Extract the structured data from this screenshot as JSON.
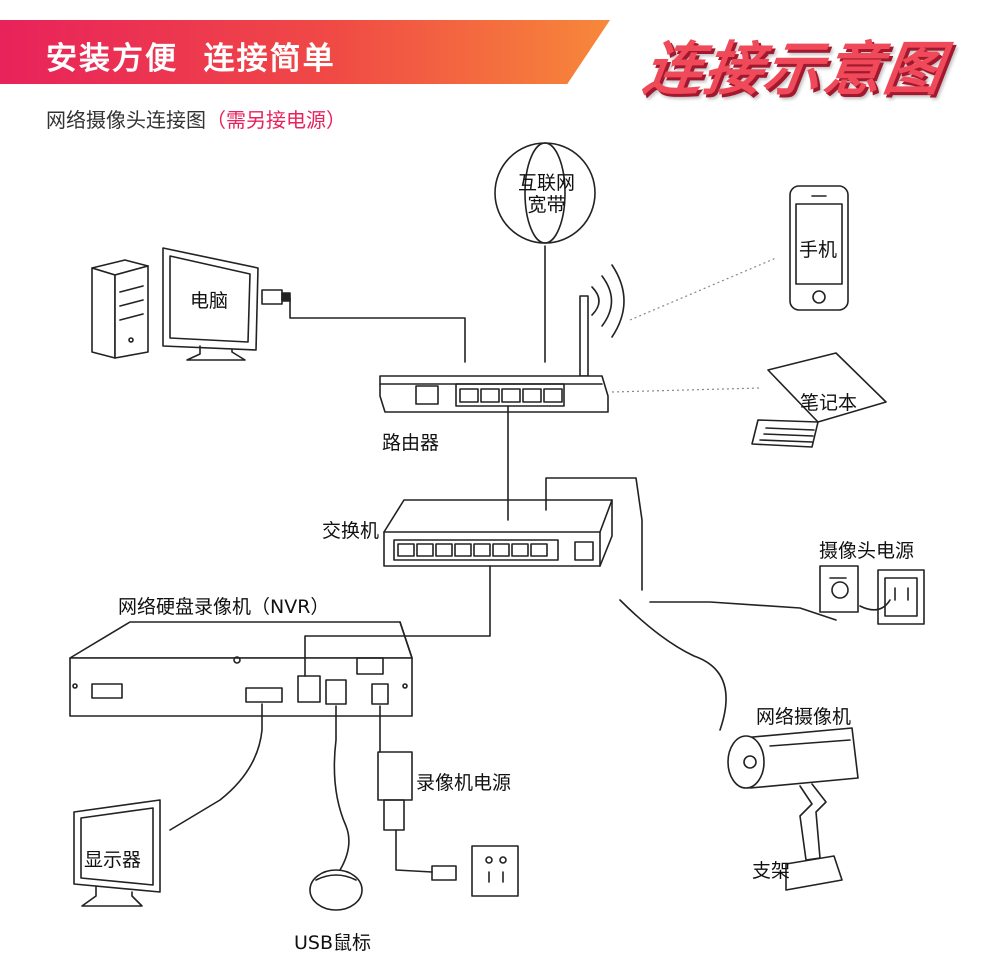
{
  "header": {
    "banner_text": "安装方便  连接简单",
    "big_title": "连接示意图",
    "subtitle_main": "网络摄像头连接图",
    "subtitle_note": "（需另接电源）"
  },
  "labels": {
    "internet_line1": "互联网",
    "internet_line2": "宽带",
    "pc": "电脑",
    "phone": "手机",
    "router": "路由器",
    "laptop": "笔记本",
    "switch": "交换机",
    "camera_power": "摄像头电源",
    "nvr": "网络硬盘录像机（NVR）",
    "ip_camera": "网络摄像机",
    "recorder_power": "录像机电源",
    "monitor": "显示器",
    "mount": "支架",
    "usb_mouse": "USB鼠标"
  },
  "colors": {
    "banner_start": "#e8225b",
    "banner_end": "#f7883a",
    "title_red": "#f04a5a",
    "accent_red": "#e8225b"
  }
}
